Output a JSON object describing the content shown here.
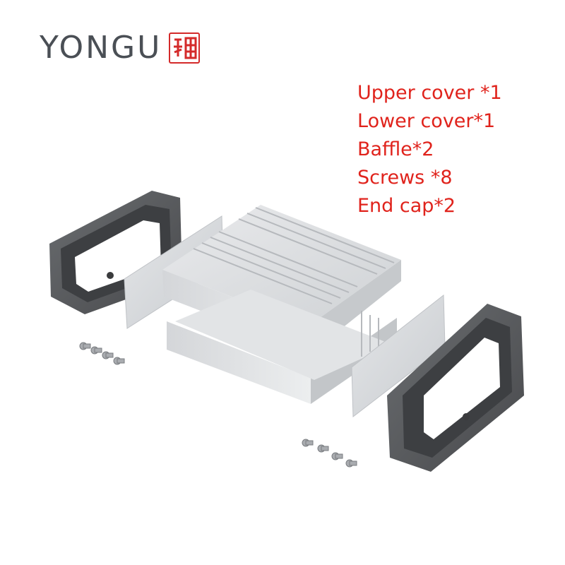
{
  "brand": {
    "name": "YONGU",
    "seal_text": "永固",
    "seal_color": "#d42a2a",
    "text_color": "#4a4f55"
  },
  "parts": [
    {
      "label": "Upper cover *1"
    },
    {
      "label": "Lower cover*1"
    },
    {
      "label": "Baffle*2"
    },
    {
      "label": "Screws *8"
    },
    {
      "label": "End cap*2"
    }
  ],
  "colors": {
    "parts_text": "#e0231c",
    "aluminum": "#d9dbdd",
    "end_cap": "#55585b"
  }
}
